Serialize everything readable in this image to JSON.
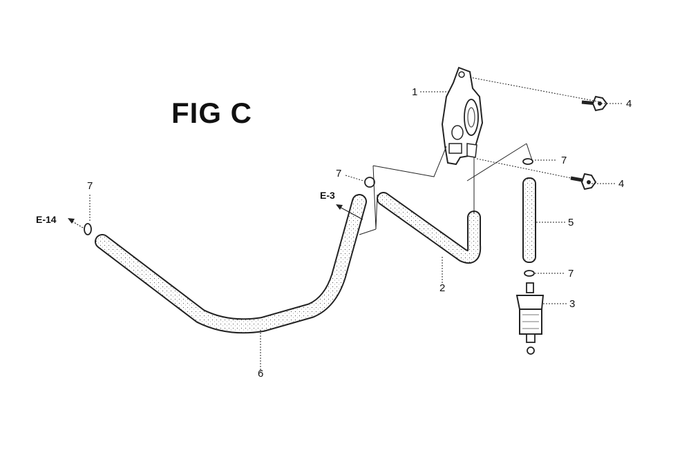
{
  "diagram": {
    "title": "FIG C",
    "callouts": {
      "part1": "1",
      "part2": "2",
      "part3": "3",
      "part4_top": "4",
      "part4_bottom": "4",
      "part5": "5",
      "part6": "6",
      "part7_left": "7",
      "part7_mid": "7",
      "part7_right_top": "7",
      "part7_right_mid": "7"
    },
    "references": {
      "e14": "E-14",
      "e3": "E-3"
    }
  }
}
